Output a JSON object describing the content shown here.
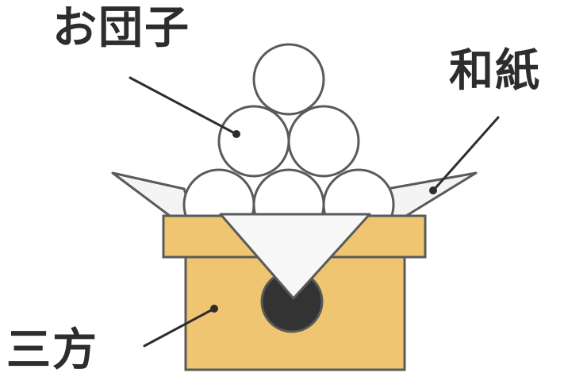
{
  "labels": {
    "dango": "お団子",
    "washi": "和紙",
    "sanbo": "三方"
  },
  "colors": {
    "outline": "#5a5a5a",
    "text": "#2d2d2d",
    "dango_fill": "#ffffff",
    "paper_fill": "#f4f4f4",
    "stand_fill": "#f0c572",
    "hole_fill": "#333333"
  }
}
